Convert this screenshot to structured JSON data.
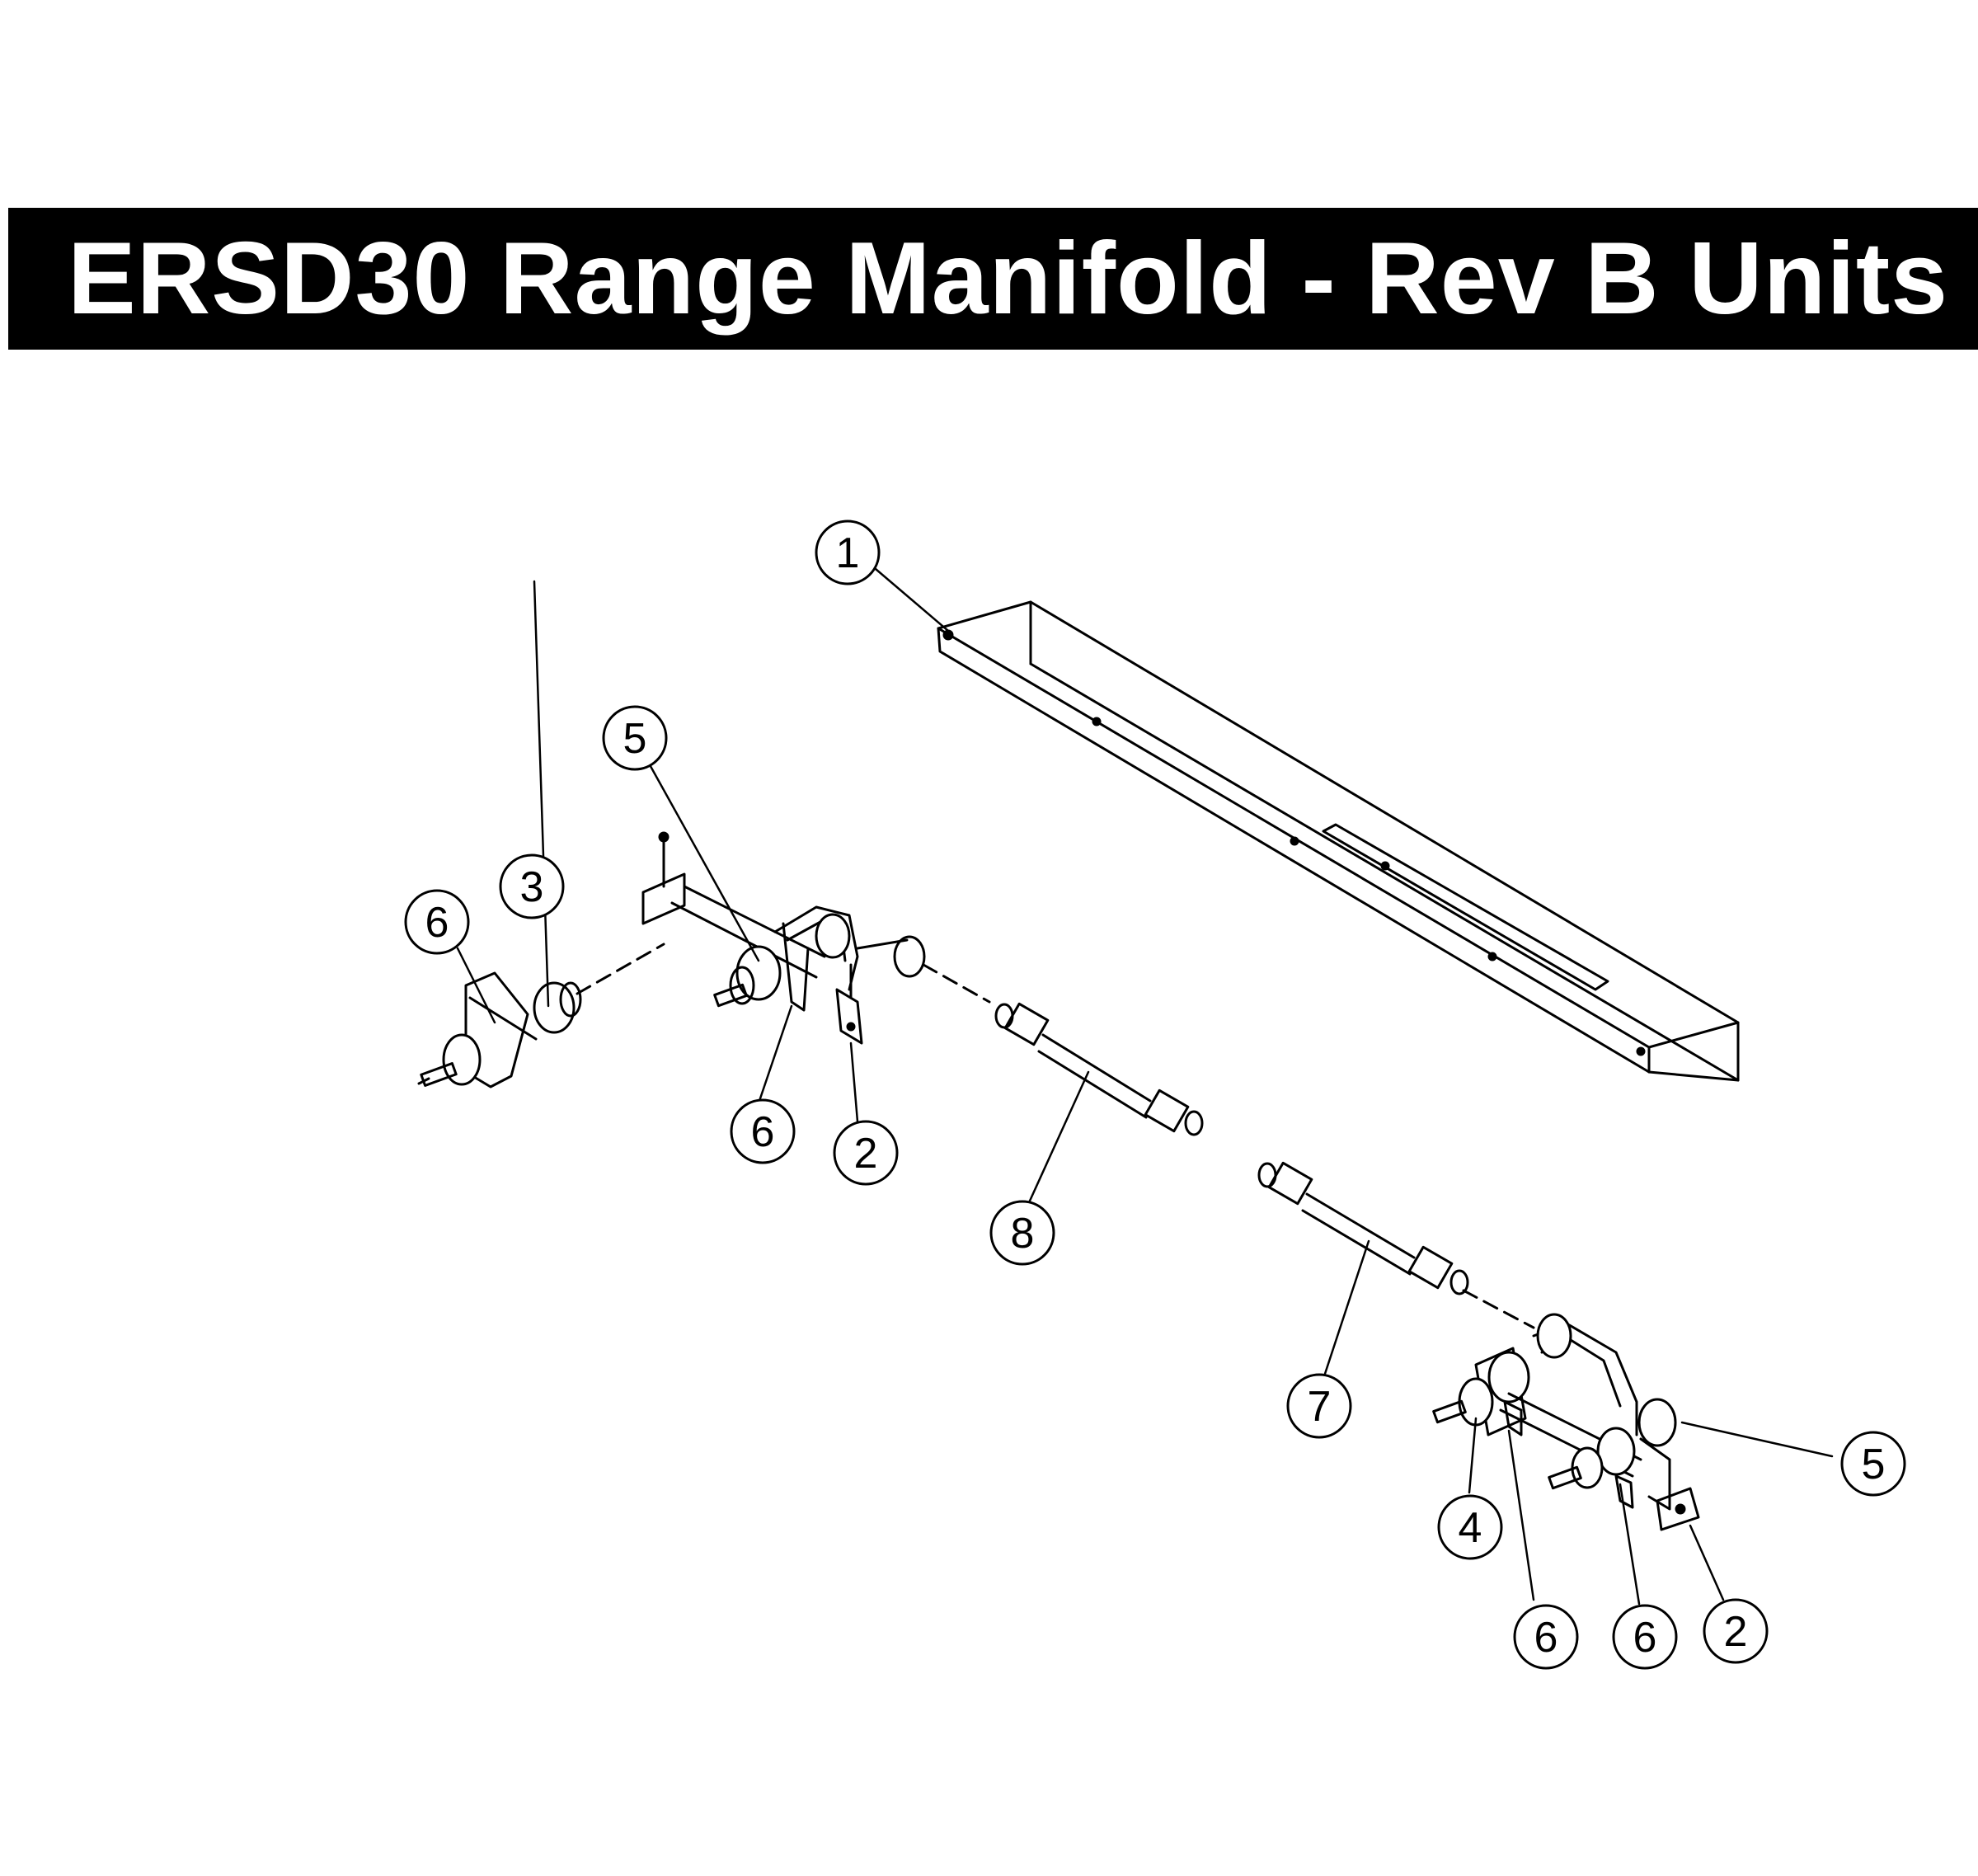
{
  "title": "ERSD30 Range Manifold - Rev B Units",
  "callouts": [
    {
      "id": "c1",
      "label": "1"
    },
    {
      "id": "c5a",
      "label": "5"
    },
    {
      "id": "c3",
      "label": "3"
    },
    {
      "id": "c6a",
      "label": "6"
    },
    {
      "id": "c6b",
      "label": "6"
    },
    {
      "id": "c2a",
      "label": "2"
    },
    {
      "id": "c8",
      "label": "8"
    },
    {
      "id": "c7",
      "label": "7"
    },
    {
      "id": "c5b",
      "label": "5"
    },
    {
      "id": "c4",
      "label": "4"
    },
    {
      "id": "c6c",
      "label": "6"
    },
    {
      "id": "c6d",
      "label": "6"
    },
    {
      "id": "c2b",
      "label": "2"
    }
  ],
  "colors": {
    "banner": "#000000",
    "banner_text": "#ffffff",
    "line": "#000000"
  }
}
